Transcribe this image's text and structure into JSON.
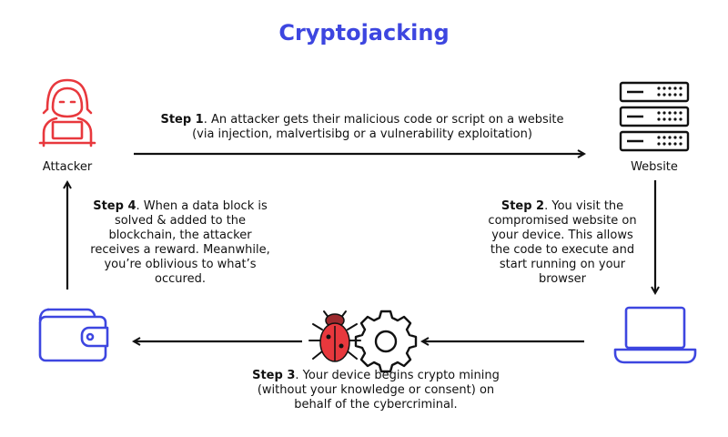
{
  "title": "Cryptojacking",
  "nodes": {
    "attacker": "Attacker",
    "website": "Website"
  },
  "steps": {
    "step1": {
      "label": "Step 1",
      "text": ". An attacker gets their malicious code or script on a website (via injection, malvertisibg or a vulnerability exploitation)"
    },
    "step2": {
      "label": "Step 2",
      "text": ". You visit the compromised website on your device. This allows the code to execute and start running on your browser"
    },
    "step3": {
      "label": "Step 3",
      "text": ". Your device begins crypto mining (without your knowledge or consent) on behalf of the cybercriminal."
    },
    "step4": {
      "label": "Step 4",
      "text": ". When a data block is solved & added to the blockchain, the attacker receives a reward. Meanwhile, you’re oblivious to what’s occured."
    }
  },
  "colors": {
    "title": "#3d46e0",
    "attacker": "#e8383d",
    "wallet": "#3d46e0",
    "laptop": "#3d46e0",
    "bug": "#e8383d",
    "dark": "#111111"
  },
  "icons": [
    "hacker-icon",
    "server-icon",
    "laptop-icon",
    "wallet-icon",
    "bug-icon",
    "gear-icon"
  ]
}
